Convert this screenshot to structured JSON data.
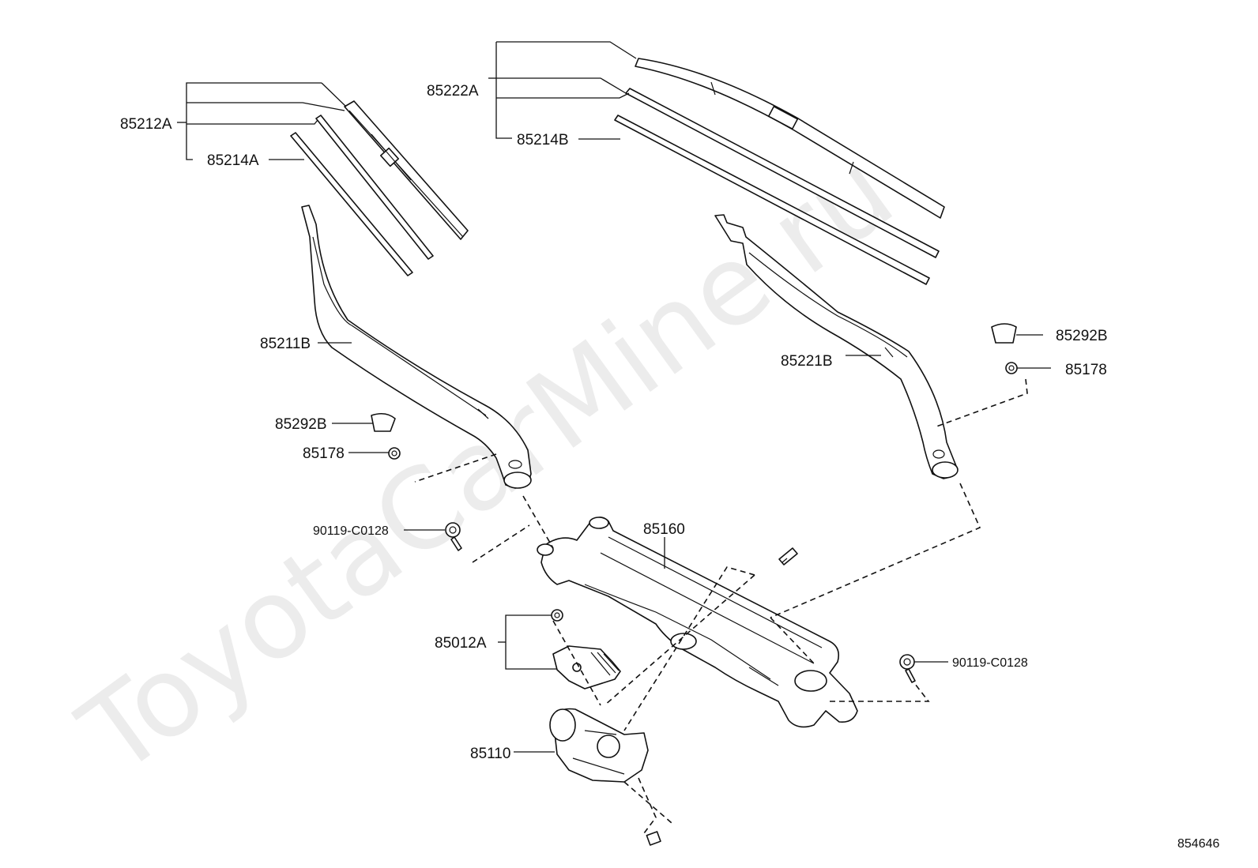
{
  "watermark": "ToyotaCarMine.ru",
  "diagram_id": "854646",
  "labels": {
    "p85212A": "85212A",
    "p85214A": "85214A",
    "p85222A": "85222A",
    "p85214B": "85214B",
    "p85211B": "85211B",
    "p85221B": "85221B",
    "p85292B_left": "85292B",
    "p85178_left": "85178",
    "p85292B_right": "85292B",
    "p85178_right": "85178",
    "p90119_left": "90119-C0128",
    "p85160": "85160",
    "p85012A": "85012A",
    "p90119_right": "90119-C0128",
    "p85110": "85110"
  }
}
